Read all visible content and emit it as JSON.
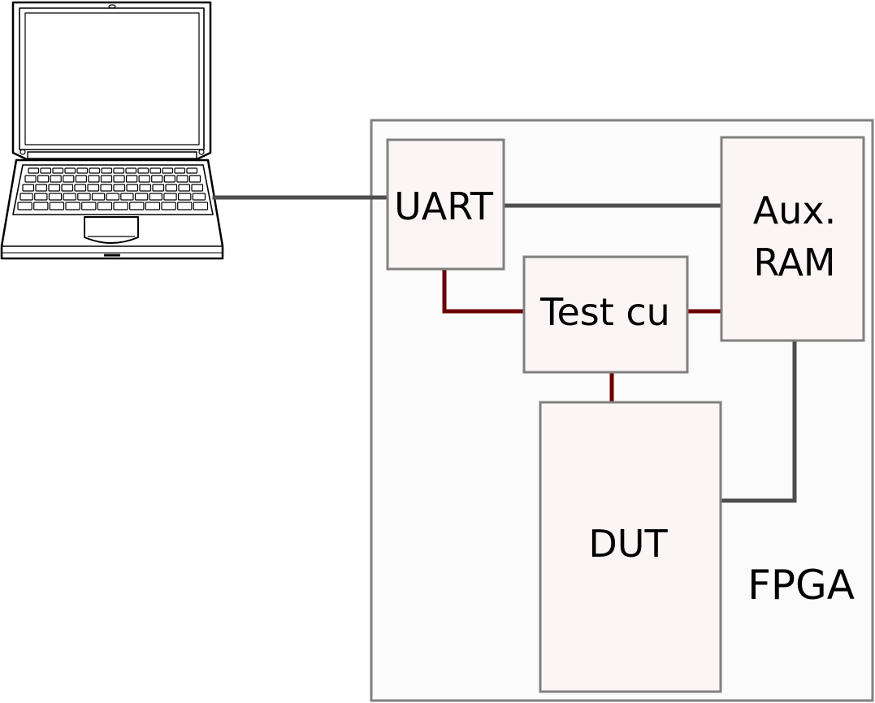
{
  "diagram": {
    "fpga": {
      "label": "FPGA"
    },
    "uart": {
      "label": "UART"
    },
    "aux_ram": {
      "label_line1": "Aux.",
      "label_line2": "RAM"
    },
    "test_cu": {
      "label": "Test cu"
    },
    "dut": {
      "label": "DUT"
    }
  },
  "colors": {
    "fpga_fill": "#fbfbfb",
    "block_fill": "#fcf5f5",
    "block_border": "#808080",
    "host_link": "#4d4d4d",
    "control_link": "#6b0000"
  },
  "icons": {
    "host": "laptop-icon"
  }
}
